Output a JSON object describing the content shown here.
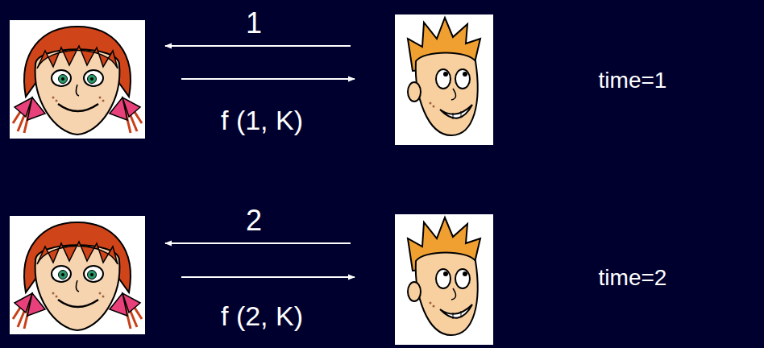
{
  "diagram": {
    "labels": [
      "1",
      "f (1, K)",
      "time=1",
      "2",
      "f (2, K)",
      "time=2"
    ]
  }
}
